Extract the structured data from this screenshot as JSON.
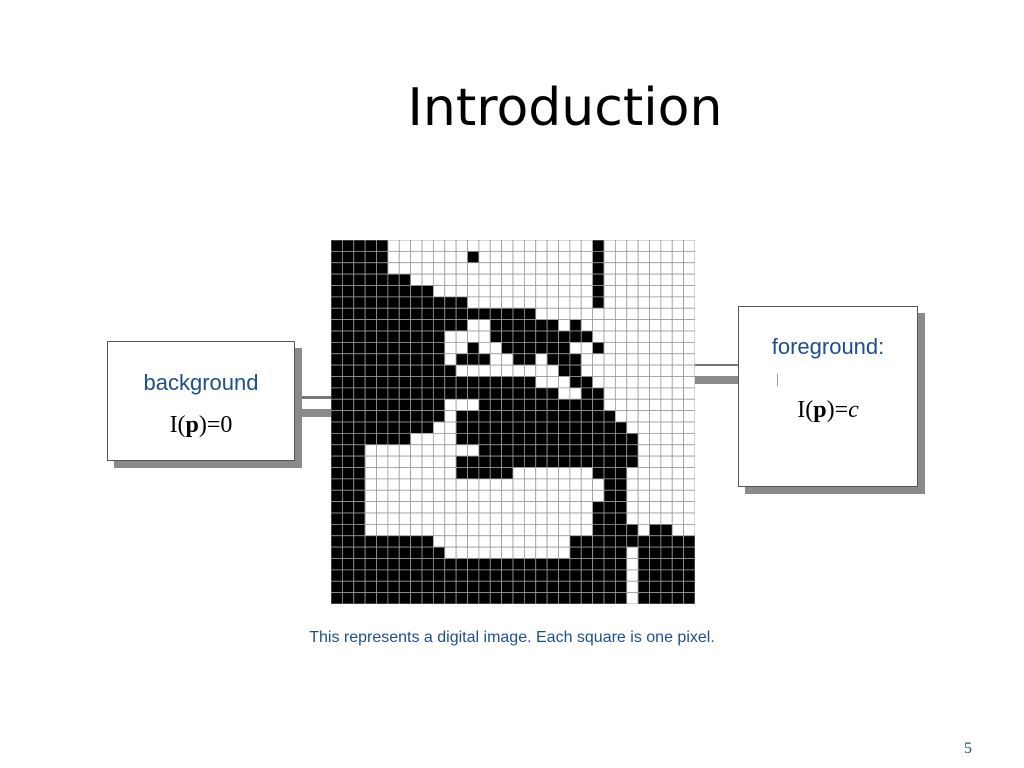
{
  "slide": {
    "title": "Introduction",
    "caption": "This represents a digital image.  Each square is one pixel.",
    "page_number": "5"
  },
  "background_callout": {
    "label": "background",
    "formula_func": "I(",
    "formula_var": "p",
    "formula_rest": ")=0"
  },
  "foreground_callout": {
    "label": "foreground:",
    "formula_func": "I(",
    "formula_var": "p",
    "formula_eq": ")=",
    "formula_value": "c"
  },
  "pixel_image": {
    "columns": 32,
    "rows": 32,
    "foreground_color": "#000000",
    "background_color": "#ffffff",
    "grid_line_color": "#9a9a9a",
    "rows_data": [
      "11111000000000000000000100000000",
      "11111000000010000000000100000000",
      "11111000000000000000000100000000",
      "11111110000000000000000100000000",
      "11111111100000000000000100000000",
      "11111111111100000000000100000000",
      "11111111111111111100000000000000",
      "11111111111100111111010000000000",
      "11111111110000111111111000000000",
      "11111111110010011111100100000000",
      "11111111110111001101110000000000",
      "11111111111000000000110000000000",
      "11111111111111111100011000000000",
      "11111111111111111111001100000000",
      "11111111110001111111111100000000",
      "11111111110111111111111110000000",
      "11111111100111111111111111000000",
      "11111110000111111111111111100000",
      "11100000000001111111111111100000",
      "11100000000111111111111111100000",
      "11100000000111110000000111000000",
      "11100000000000000000000011000000",
      "11100000000000000000000011000000",
      "11100000000000000000000111000000",
      "11100000000000000000000111000000",
      "11100000000000000000000111101100",
      "11111111100000000000011111111111",
      "11111111110000000000011111011111",
      "11111111111111111111111111011111",
      "11111111111111111111111111011111",
      "11111111111111111111111111011111",
      "11111111111111111111111111011111"
    ]
  }
}
